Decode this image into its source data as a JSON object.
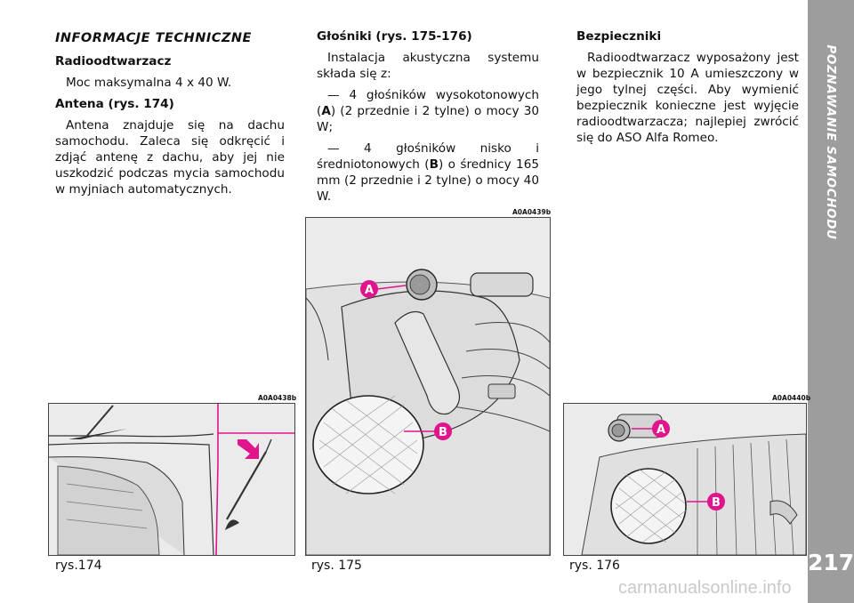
{
  "sidebar": {
    "title": "POZNAWANIE SAMOCHODU",
    "page_number": "217"
  },
  "col1": {
    "heading": "INFORMACJE TECHNICZNE",
    "radio_title": "Radioodtwarzacz",
    "radio_text": "Moc maksymalna 4 x 40 W.",
    "antenna_title": "Antena (rys. 174)",
    "antenna_text": "Antena znajduje się na dachu samochodu. Zaleca się odkręcić i zdjąć antenę z dachu, aby jej nie uszkodzić podczas mycia samochodu w myjniach automatycznych."
  },
  "col2": {
    "title": "Głośniki (rys. 175-176)",
    "intro": "Instalacja akustyczna systemu składa się z:",
    "item1_pre": "— 4 głośników wysokotonowych (",
    "item1_letter": "A",
    "item1_post": ") (2 przednie i 2 tylne) o mocy 30 W;",
    "item2_pre": "— 4 głośników nisko i średniotonowych (",
    "item2_letter": "B",
    "item2_post": ") o średnicy 165 mm (2 przednie i 2 tylne) o mocy 40 W."
  },
  "col3": {
    "title": "Bezpieczniki",
    "text": "Radioodtwarzacz wyposażony jest w bezpiecznik 10 A umieszczony w jego tylnej części. Aby wymienić bezpiecznik konieczne jest wyjęcie radioodtwarzacza; najlepiej zwrócić się do ASO Alfa Romeo."
  },
  "figures": {
    "fig174": {
      "code": "A0A0438b",
      "caption": "rys.174"
    },
    "fig175": {
      "code": "A0A0439b",
      "caption": "rys. 175",
      "label_a": "A",
      "label_b": "B"
    },
    "fig176": {
      "code": "A0A0440b",
      "caption": "rys. 176",
      "label_a": "A",
      "label_b": "B"
    }
  },
  "colors": {
    "sidebar": "#9d9d9d",
    "callout": "#e0148c",
    "figure_bg": "#ebebeb"
  },
  "watermark": "carmanualsonline.info"
}
